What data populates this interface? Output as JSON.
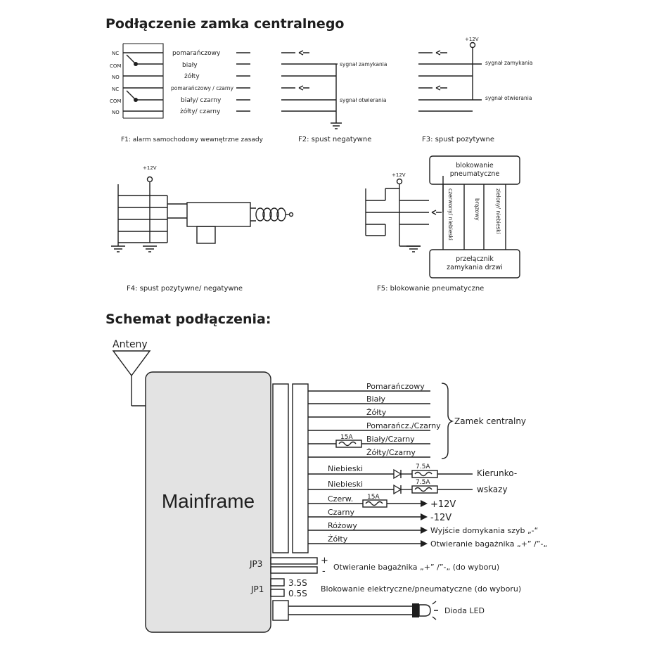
{
  "title_top": "Podłączenie zamka centralnego",
  "title_bottom": "Schemat podłączenia:",
  "f1": {
    "caption": "F1:  alarm samochodowy wewnętrzne zasady",
    "terminals": [
      "NC",
      "COM",
      "NO",
      "NC",
      "COM",
      "NO"
    ],
    "wires": [
      "pomarańczowy",
      "biały",
      "żółty",
      "pomarańczowy / czarny",
      "biały/ czarny",
      "żółty/ czarny"
    ]
  },
  "f2": {
    "caption": "F2:  spust negatywne",
    "sig_close": "sygnał zamykania",
    "sig_open": "sygnał otwierania"
  },
  "f3": {
    "caption": "F3:  spust pozytywne",
    "v12": "+12V",
    "sig_close": "sygnał zamykania",
    "sig_open": "sygnał otwierania"
  },
  "f4": {
    "caption": "F4:  spust  pozytywne/ negatywne",
    "v12": "+12V"
  },
  "f5": {
    "caption": "F5:  blokowanie pneumatyczne",
    "v12": "+12V",
    "pneu_line1": "blokowanie",
    "pneu_line2": "pneumatyczne",
    "door_line1": "przełącznik",
    "door_line2": "zamykania drzwi",
    "wire_red_blue": "czerwony/ niebieski",
    "wire_brown": "brązowy",
    "wire_green_blue": "zielony/ niebieski"
  },
  "schematic": {
    "antenna": "Anteny",
    "mainframe": "Mainframe",
    "wires": [
      "Pomarańczowy",
      "Biały",
      "Żółty",
      "Pomarańcz./Czarny",
      "Biały/Czarny",
      "Żółty/Czarny"
    ],
    "group_label": "Zamek centralny",
    "fuse_15a": "15A",
    "blue1": "Niebieski",
    "blue2": "Niebieski",
    "fuse_75a": "7.5A",
    "turn1": "Kierunko-",
    "turn2": "wskazy",
    "red": "Czerw.",
    "black": "Czarny",
    "pink": "Różowy",
    "yellow": "Żółty",
    "plus12": "+12V",
    "minus12": "-12V",
    "window_out": "Wyjście domykania szyb „-“",
    "trunk_open": "Otwieranie bagażnika „+” /”-„",
    "jp3": "JP3",
    "jp3_plus": "+",
    "jp3_minus": "-",
    "jp3_desc": "Otwieranie bagażnika „+” /”-„ (do wyboru)",
    "jp1": "JP1",
    "jp1_35": "3.5S",
    "jp1_05": "0.5S",
    "jp1_desc": "Blokowanie elektryczne/pneumatyczne (do wyboru)",
    "led": "Dioda LED"
  }
}
